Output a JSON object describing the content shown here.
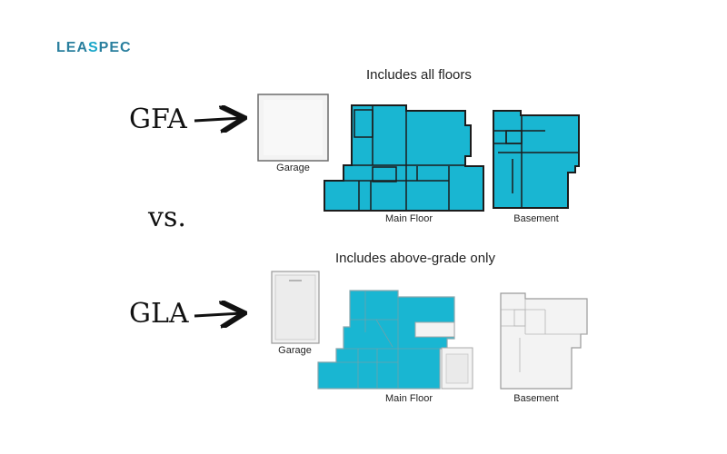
{
  "logo": {
    "text_left": "LEA",
    "text_accent": "S",
    "text_right": "PEC"
  },
  "gfa_row": {
    "label": "GFA",
    "caption": "Includes all floors",
    "garage_label": "Garage",
    "main_label": "Main Floor",
    "basement_label": "Basement"
  },
  "vs_label": "vs.",
  "gla_row": {
    "label": "GLA",
    "caption": "Includes above-grade only",
    "garage_label": "Garage",
    "main_label": "Main Floor",
    "basement_label": "Basement"
  },
  "colors": {
    "included_fill": "#19b6d2",
    "excluded_fill": "#f1f1f1",
    "wall": "#1c1c1c",
    "gla_wall": "#8aa7ad"
  }
}
